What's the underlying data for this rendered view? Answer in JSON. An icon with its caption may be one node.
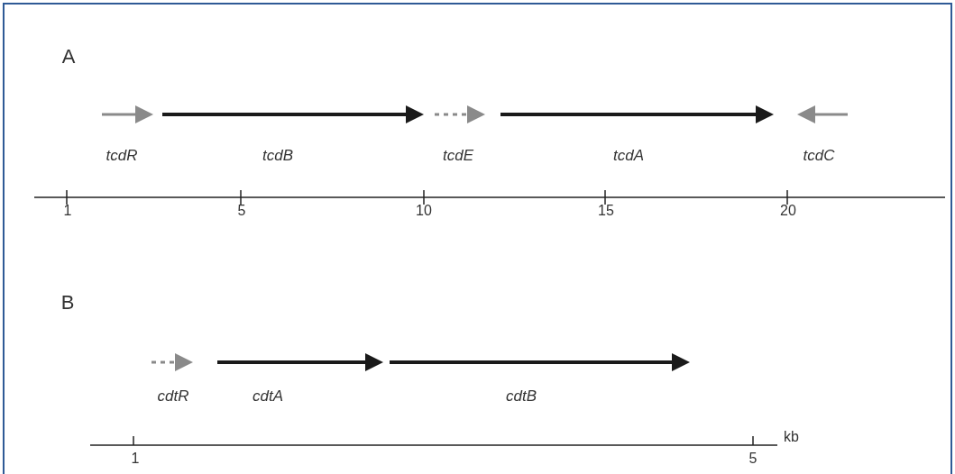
{
  "diagram": {
    "labels": [
      "A",
      "tcdR",
      "tcdB",
      "tcdE",
      "tcdA",
      "tcdC",
      "1",
      "5",
      "10",
      "15",
      "20",
      "B",
      "cdtR",
      "cdtA",
      "cdtB",
      "1",
      "5",
      "kb"
    ]
  }
}
